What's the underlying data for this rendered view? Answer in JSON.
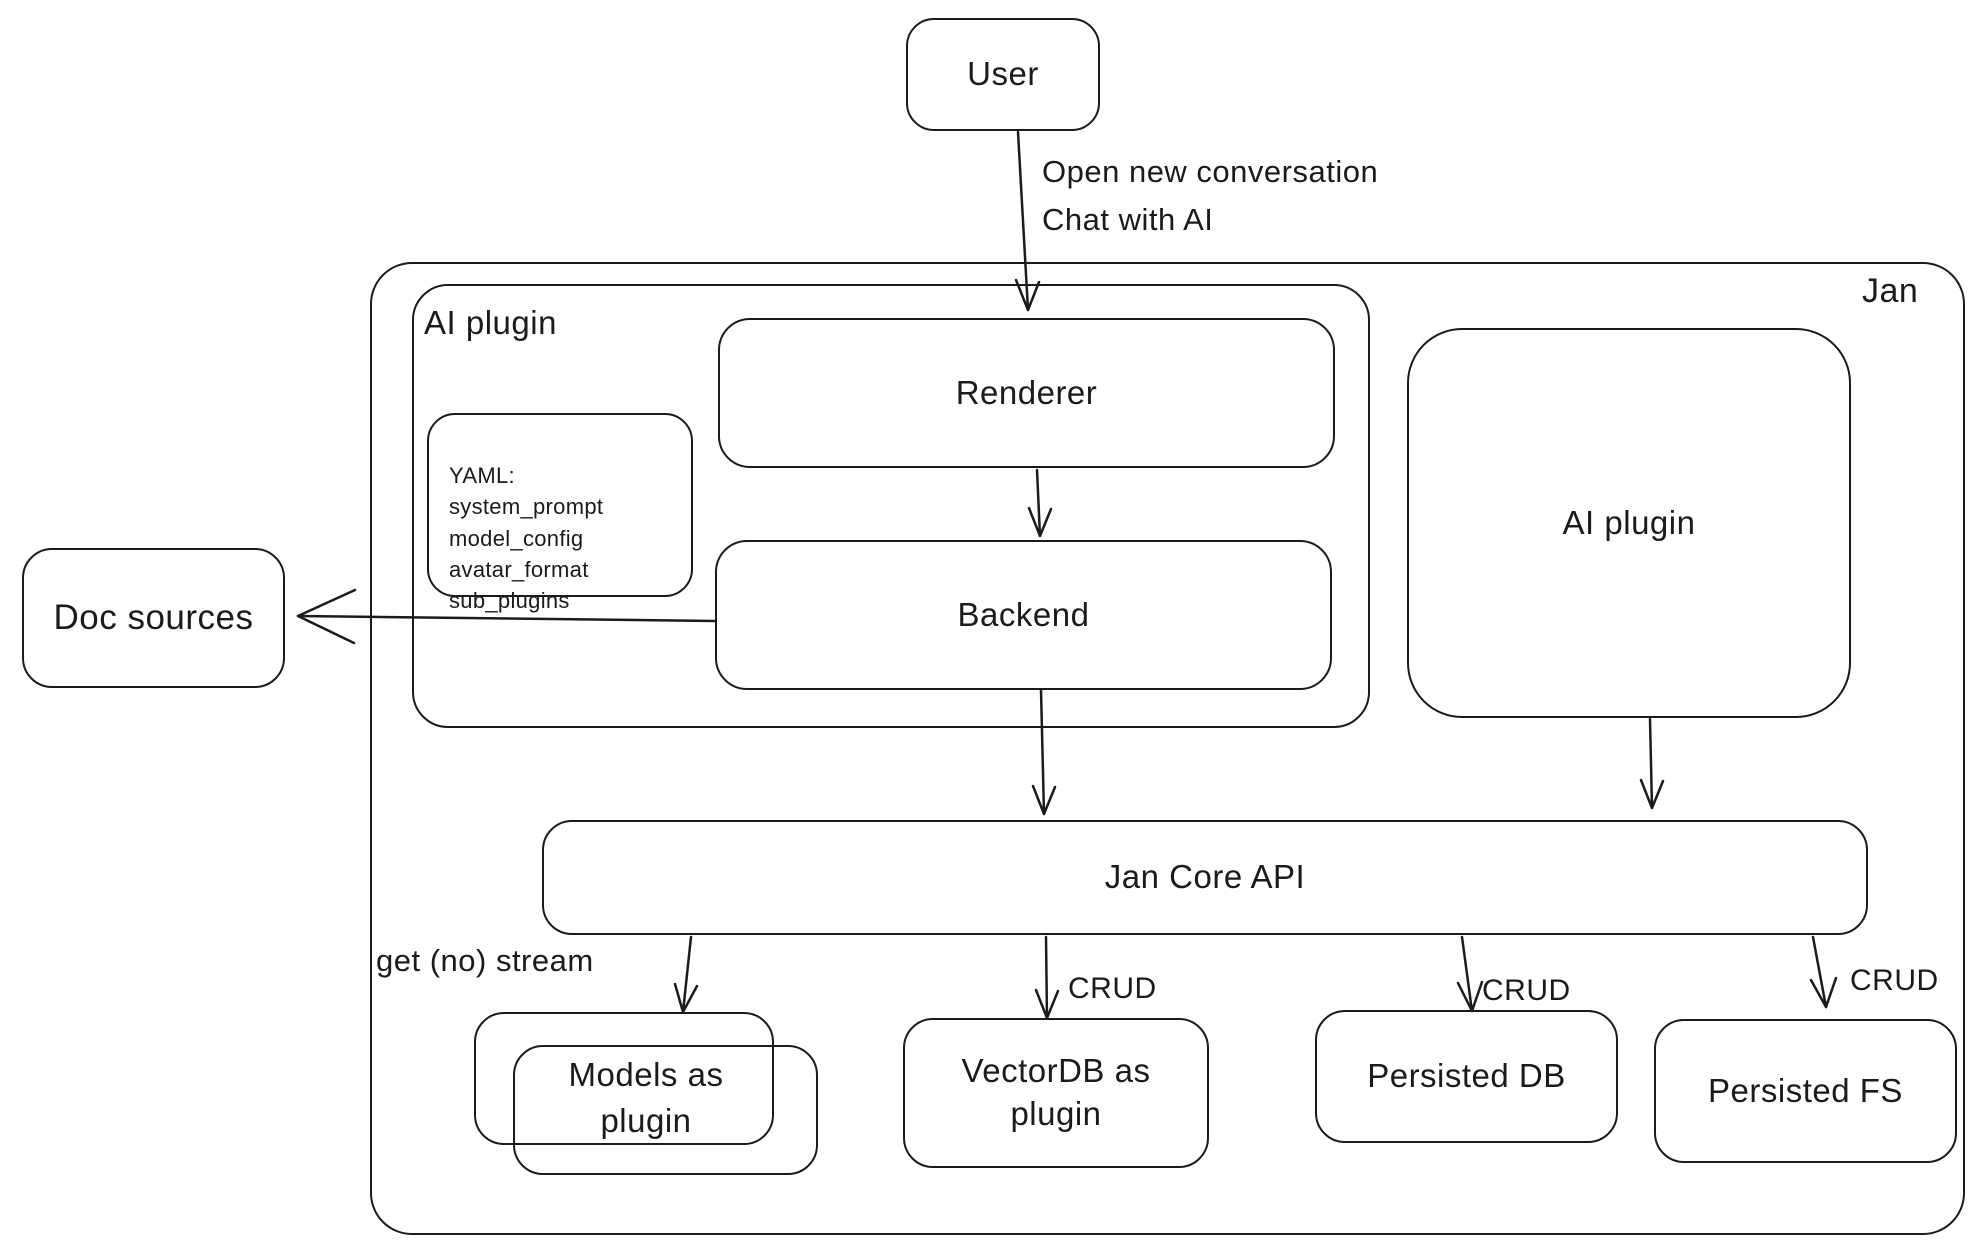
{
  "canvas": {
    "background": "#ffffff",
    "stroke_color": "#1b1b1b"
  },
  "nodes": {
    "user": {
      "label": "User"
    },
    "jan_container": {
      "label": "Jan"
    },
    "ai_plugin_group": {
      "label": "AI plugin"
    },
    "renderer": {
      "label": "Renderer"
    },
    "yaml_note": {
      "lines": [
        "YAML:",
        "system_prompt",
        "model_config",
        "avatar_format",
        "sub_plugins"
      ]
    },
    "backend": {
      "label": "Backend"
    },
    "doc_sources": {
      "label": "Doc sources"
    },
    "ai_plugin_box": {
      "label": "AI plugin"
    },
    "jan_core_api": {
      "label": "Jan Core API"
    },
    "models_as_plugin": {
      "label": "Models as plugin"
    },
    "vectordb_as_plugin": {
      "label": "VectorDB as plugin"
    },
    "persisted_db": {
      "label": "Persisted DB"
    },
    "persisted_fs": {
      "label": "Persisted FS"
    }
  },
  "edges": {
    "user_to_renderer": {
      "label": [
        "Open new conversation",
        "Chat with AI"
      ]
    },
    "jan_core_to_models": {
      "label": "get (no) stream"
    },
    "jan_core_to_vectordb": {
      "label": "CRUD"
    },
    "jan_core_to_persisted_db": {
      "label": "CRUD"
    },
    "jan_core_to_persisted_fs": {
      "label": "CRUD"
    }
  }
}
